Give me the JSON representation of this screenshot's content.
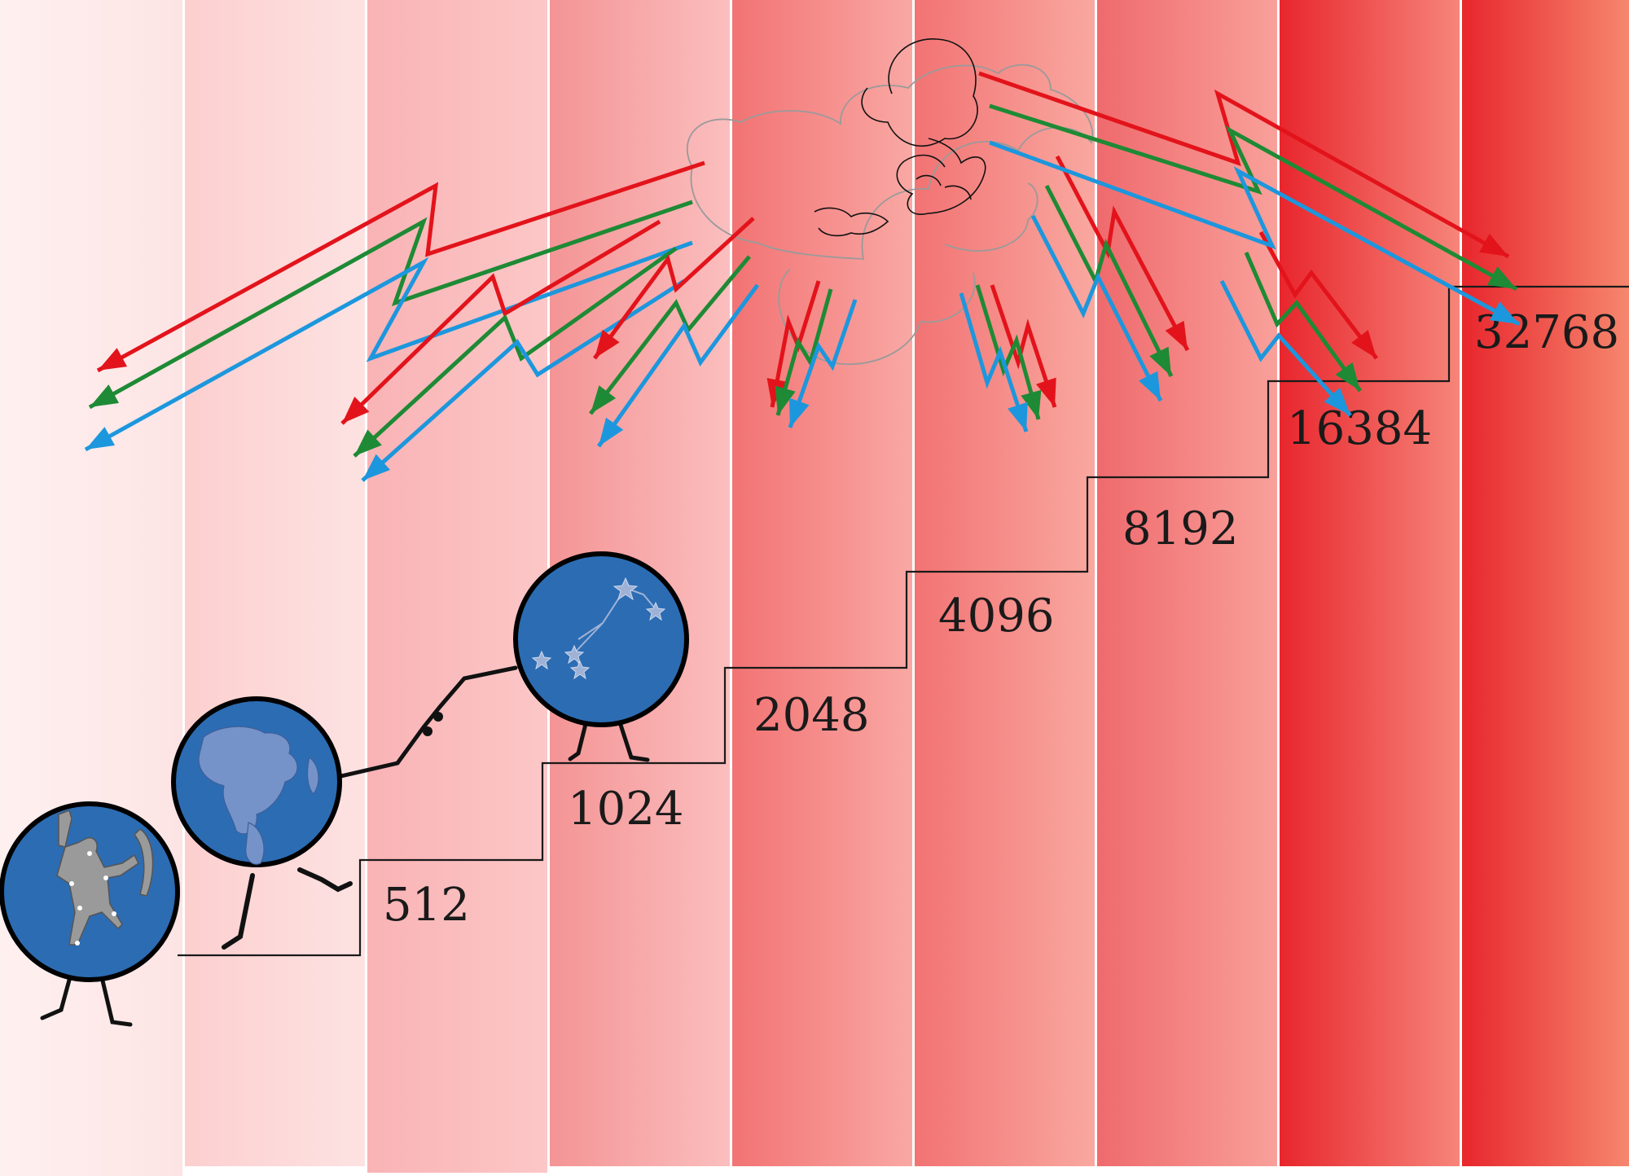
{
  "steps": [
    {
      "label": ""
    },
    {
      "label": "512"
    },
    {
      "label": "1024"
    },
    {
      "label": "2048"
    },
    {
      "label": "4096"
    },
    {
      "label": "8192"
    },
    {
      "label": "16384"
    },
    {
      "label": "32768"
    }
  ],
  "band_colors": [
    [
      "#fff0f0",
      "#fde4e4"
    ],
    [
      "#fdcfcf",
      "#fde2e2"
    ],
    [
      "#f9b3b5",
      "#fcc7c7"
    ],
    [
      "#f49495",
      "#fbbebe"
    ],
    [
      "#f27373",
      "#f9a8a4"
    ],
    [
      "#f27373",
      "#f9a8a0"
    ],
    [
      "#ef6a6d",
      "#f9a09a"
    ],
    [
      "#e8262d",
      "#f6857a"
    ],
    [
      "#e8262d",
      "#f6876e"
    ]
  ],
  "arrow_colors": {
    "red": "#e3131b",
    "green": "#1e8a35",
    "blue": "#1c97dd"
  },
  "globe_colors": {
    "fill": "#2c6cb3",
    "outline": "#000000",
    "continent": "#7593c9",
    "figure": "#9a9a9a"
  },
  "icons": {
    "globe_left": "orion-constellation-globe-icon",
    "globe_middle": "earth-globe-icon",
    "globe_right": "star-constellation-globe-icon",
    "cloud": "cloud-with-fetus-icon"
  }
}
